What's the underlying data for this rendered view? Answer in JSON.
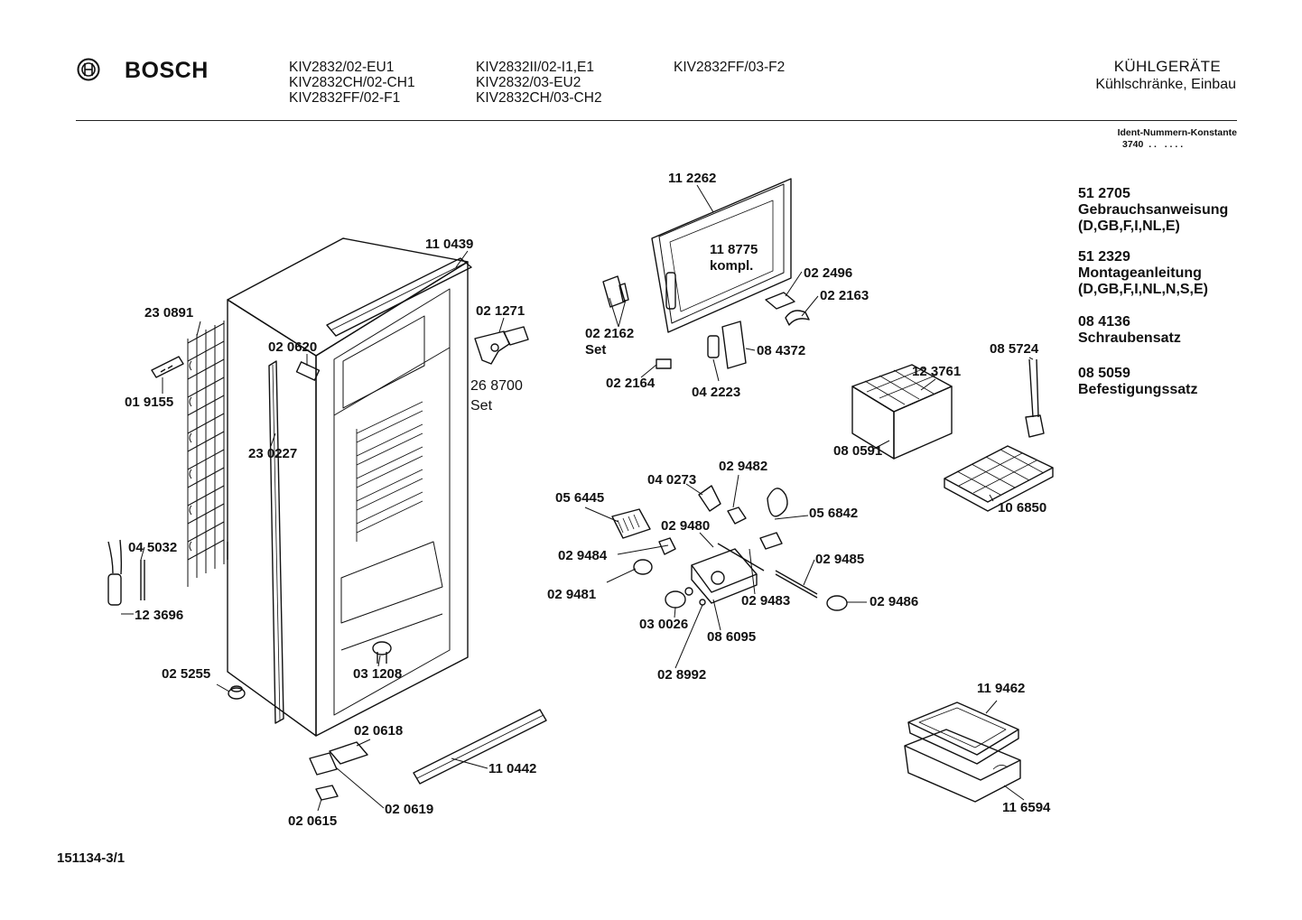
{
  "header": {
    "brand": "BOSCH",
    "logo_icon": "bosch-armature-logo",
    "models_col1": [
      "KIV2832/02-EU1",
      "KIV2832CH/02-CH1",
      "KIV2832FF/02-F1"
    ],
    "models_col2": [
      "KIV2832II/02-I1,E1",
      "KIV2832/03-EU2",
      "KIV2832CH/03-CH2"
    ],
    "models_col3": [
      "KIV2832FF/03-F2"
    ],
    "category_title": "KÜHLGERÄTE",
    "category_subtitle": "Kühlschränke, Einbau"
  },
  "ident": {
    "label": "Ident-Nummern-Konstante",
    "value": "3740  . .   . . . ."
  },
  "documents": [
    {
      "number": "51 2705",
      "title": "Gebrauchsanweisung",
      "langs": "(D,GB,F,I,NL,E)"
    },
    {
      "number": "51 2329",
      "title": "Montageanleitung",
      "langs": "(D,GB,F,I,NL,N,S,E)"
    },
    {
      "number": "08 4136",
      "title": "Schraubensatz"
    },
    {
      "number": "08 5059",
      "title": "Befestigungssatz"
    }
  ],
  "labels": {
    "p230891": "23 0891",
    "p019155": "01 9155",
    "p110439": "11 0439",
    "p021271": "02 1271",
    "p020620": "02 0620",
    "p268700": "26 8700",
    "set1": "Set",
    "p230227": "23 0227",
    "p045032": "04 5032",
    "p123696": "12 3696",
    "p025255": "02 5255",
    "p031208": "03 1208",
    "p020618": "02 0618",
    "p020619": "02 0619",
    "p020615": "02 0615",
    "p110442": "11 0442",
    "p112262": "11 2262",
    "p118775": "11 8775",
    "kompl": "kompl.",
    "p022496": "02 2496",
    "p022163": "02 2163",
    "p022162": "02 2162",
    "set2": "Set",
    "p084372": "08 4372",
    "p022164": "02 2164",
    "p042223": "04 2223",
    "p123761": "12 3761",
    "p080591": "08 0591",
    "p085724": "08 5724",
    "p106850": "10 6850",
    "p040273": "04 0273",
    "p029482": "02 9482",
    "p056445": "05 6445",
    "p029480": "02 9480",
    "p056842": "05 6842",
    "p029484": "02 9484",
    "p029485": "02 9485",
    "p029481": "02 9481",
    "p029483": "02 9483",
    "p029486": "02 9486",
    "p030026": "03 0026",
    "p086095": "08 6095",
    "p028992": "02 8992",
    "p119462": "11 9462",
    "p116594": "11 6594"
  },
  "footer": {
    "code": "151134-3/1"
  }
}
